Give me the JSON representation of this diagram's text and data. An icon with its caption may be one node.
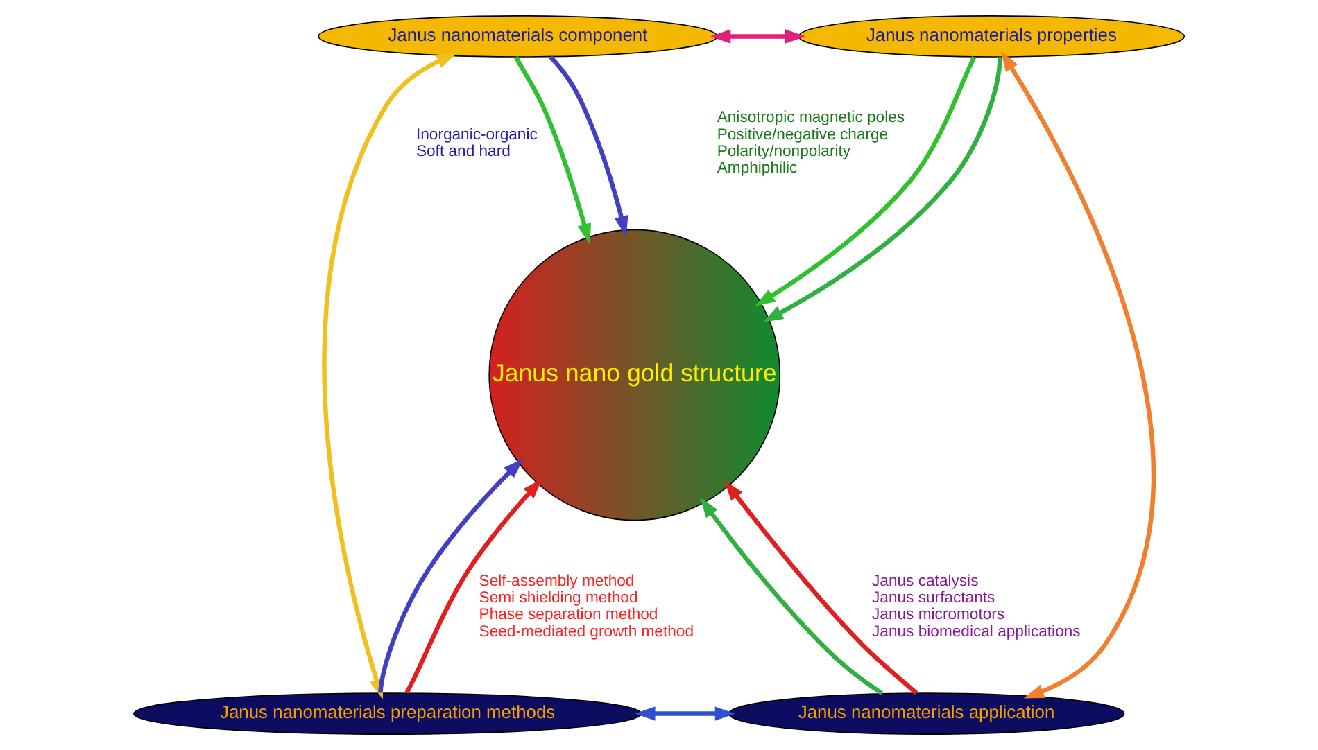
{
  "diagram": {
    "nodes": [
      {
        "text": [
          "Janus nanomaterials component"
        ]
      },
      {
        "text": [
          "Janus nanomaterials properties"
        ]
      },
      {
        "text": [
          "Janus nano gold structure"
        ]
      },
      {
        "text": [
          "Janus nanomaterials preparation methods"
        ]
      },
      {
        "text": [
          "Janus nanomaterials application"
        ]
      }
    ],
    "edges": [
      {
        "from": 0,
        "to": 1,
        "arrow": "both",
        "color": "#e0207a"
      },
      {
        "from": 0,
        "to": 2,
        "arrow": "to",
        "color": "#30c030"
      },
      {
        "from": 1,
        "to": 2,
        "arrow": "to",
        "color": "#30c030"
      },
      {
        "from": 0,
        "to": 3,
        "arrow": "both",
        "color": "#f0c020"
      },
      {
        "from": 0,
        "to": 2,
        "arrow": "to",
        "color": "#4040c0"
      },
      {
        "from": 3,
        "to": 2,
        "arrow": "to",
        "color": "#4040c0"
      },
      {
        "from": 1,
        "to": 4,
        "arrow": "both",
        "color": "#f08030"
      },
      {
        "from": 1,
        "to": 2,
        "arrow": "to",
        "color": "#30b040"
      },
      {
        "from": 4,
        "to": 2,
        "arrow": "to",
        "color": "#30b040"
      },
      {
        "from": 3,
        "to": 4,
        "arrow": "both",
        "color": "#3050d0"
      },
      {
        "from": 3,
        "to": 2,
        "arrow": "to",
        "color": "#e02020"
      },
      {
        "from": 4,
        "to": 2,
        "arrow": "to",
        "color": "#e02020"
      }
    ],
    "labels": [
      "Inorganic-organic",
      "Soft and hard",
      "Anisotropic magnetic poles",
      "Positive/negative charge",
      "Polarity/nonpolarity",
      "Amphiphilic",
      "Self-assembly method",
      "Semi shielding method",
      "Phase separation method",
      "Seed-mediated growth method",
      "Janus catalysis",
      "Janus surfactants",
      "Janus micromotors",
      "Janus biomedical applications"
    ]
  }
}
